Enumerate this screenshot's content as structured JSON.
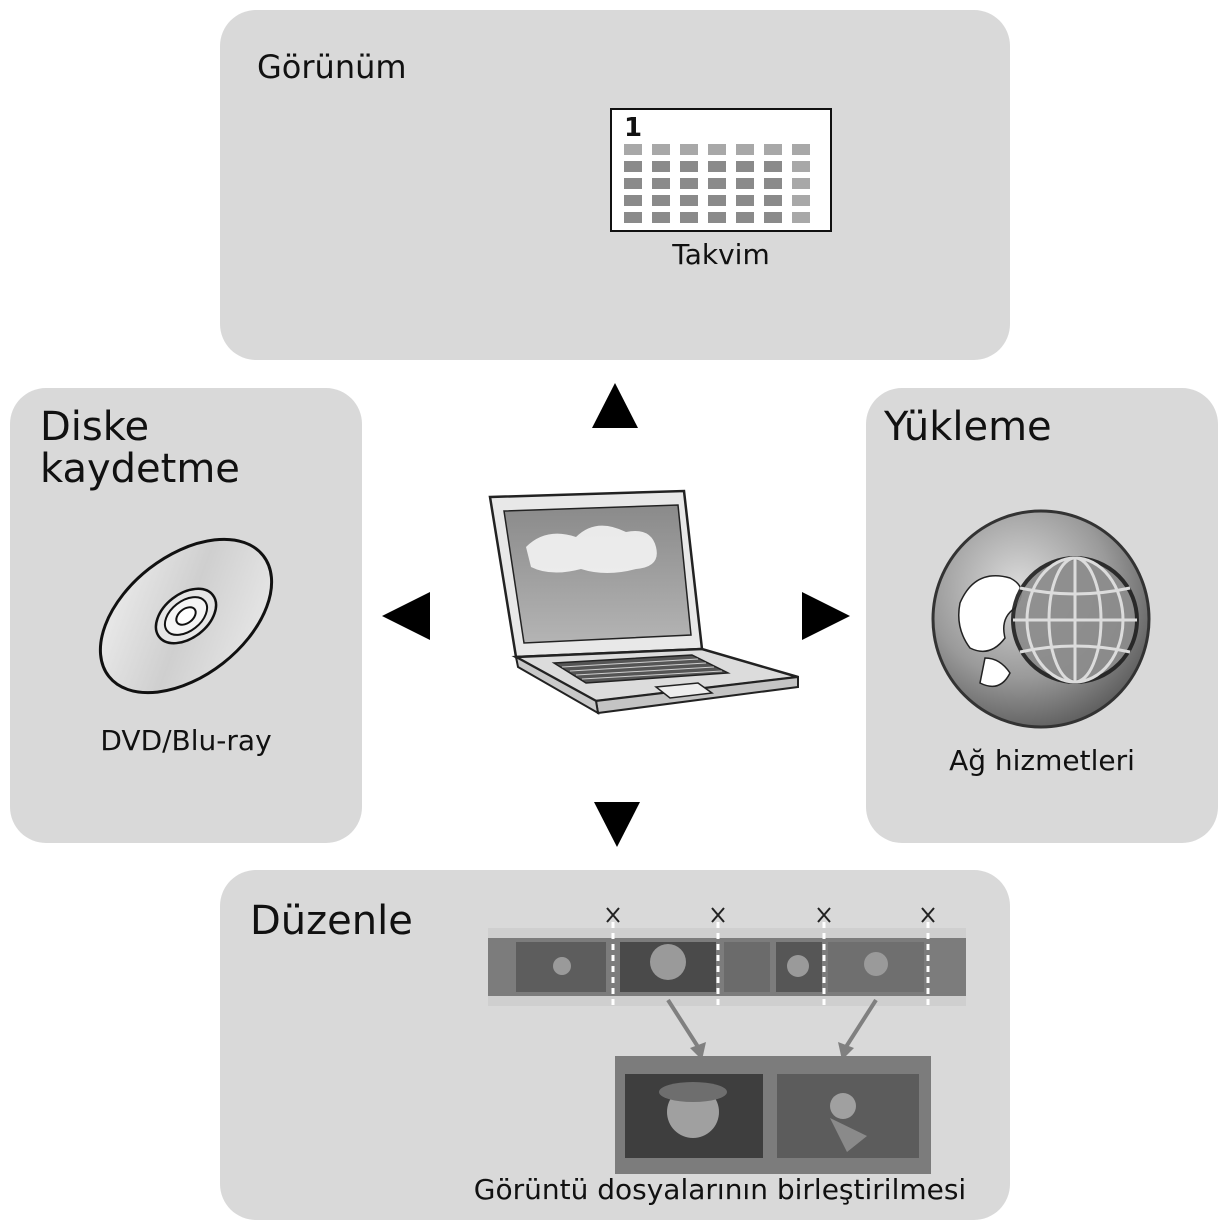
{
  "panels": {
    "view": {
      "title": "Görünüm",
      "caption": "Takvim"
    },
    "disc": {
      "title_line1": "Diske",
      "title_line2": "kaydetme",
      "caption": "DVD/Blu-ray"
    },
    "upload": {
      "title": "Yükleme",
      "caption": "Ağ hizmetleri"
    },
    "edit": {
      "title": "Düzenle",
      "caption": "Görüntü dosyalarının birleştirilmesi"
    }
  },
  "calendar": {
    "day_number": "1"
  },
  "icons": {
    "center": "laptop-icon",
    "view": "calendar-icon",
    "disc": "disc-icon",
    "upload": "globe-icon",
    "edit": "film-strip-icon"
  },
  "colors": {
    "panel_bg": "#d9d9d9",
    "arrow": "#000000"
  }
}
